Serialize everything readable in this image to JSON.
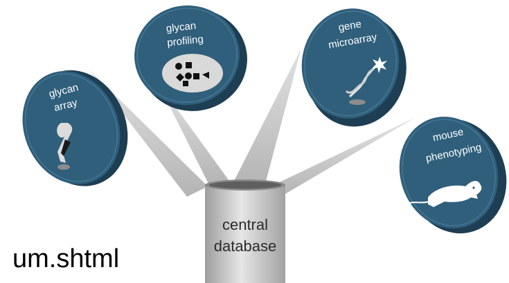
{
  "central_database": {
    "line1": "central",
    "line2": "database"
  },
  "discs": [
    {
      "id": "glycan-array",
      "line1": "glycan",
      "line2": "array"
    },
    {
      "id": "glycan-profiling",
      "line1": "glycan",
      "line2": "profiling"
    },
    {
      "id": "gene-microarray",
      "line1": "gene",
      "line2": "microarray"
    },
    {
      "id": "mouse-phenotyping",
      "line1": "mouse",
      "line2": "phenotyping"
    }
  ],
  "caption_fragment": "um.shtml",
  "colors": {
    "disc": "#2f5f7b",
    "disc_rim": "#1f4660",
    "beam": "#bdbdbd",
    "cylinder": "#c4c4c4"
  }
}
